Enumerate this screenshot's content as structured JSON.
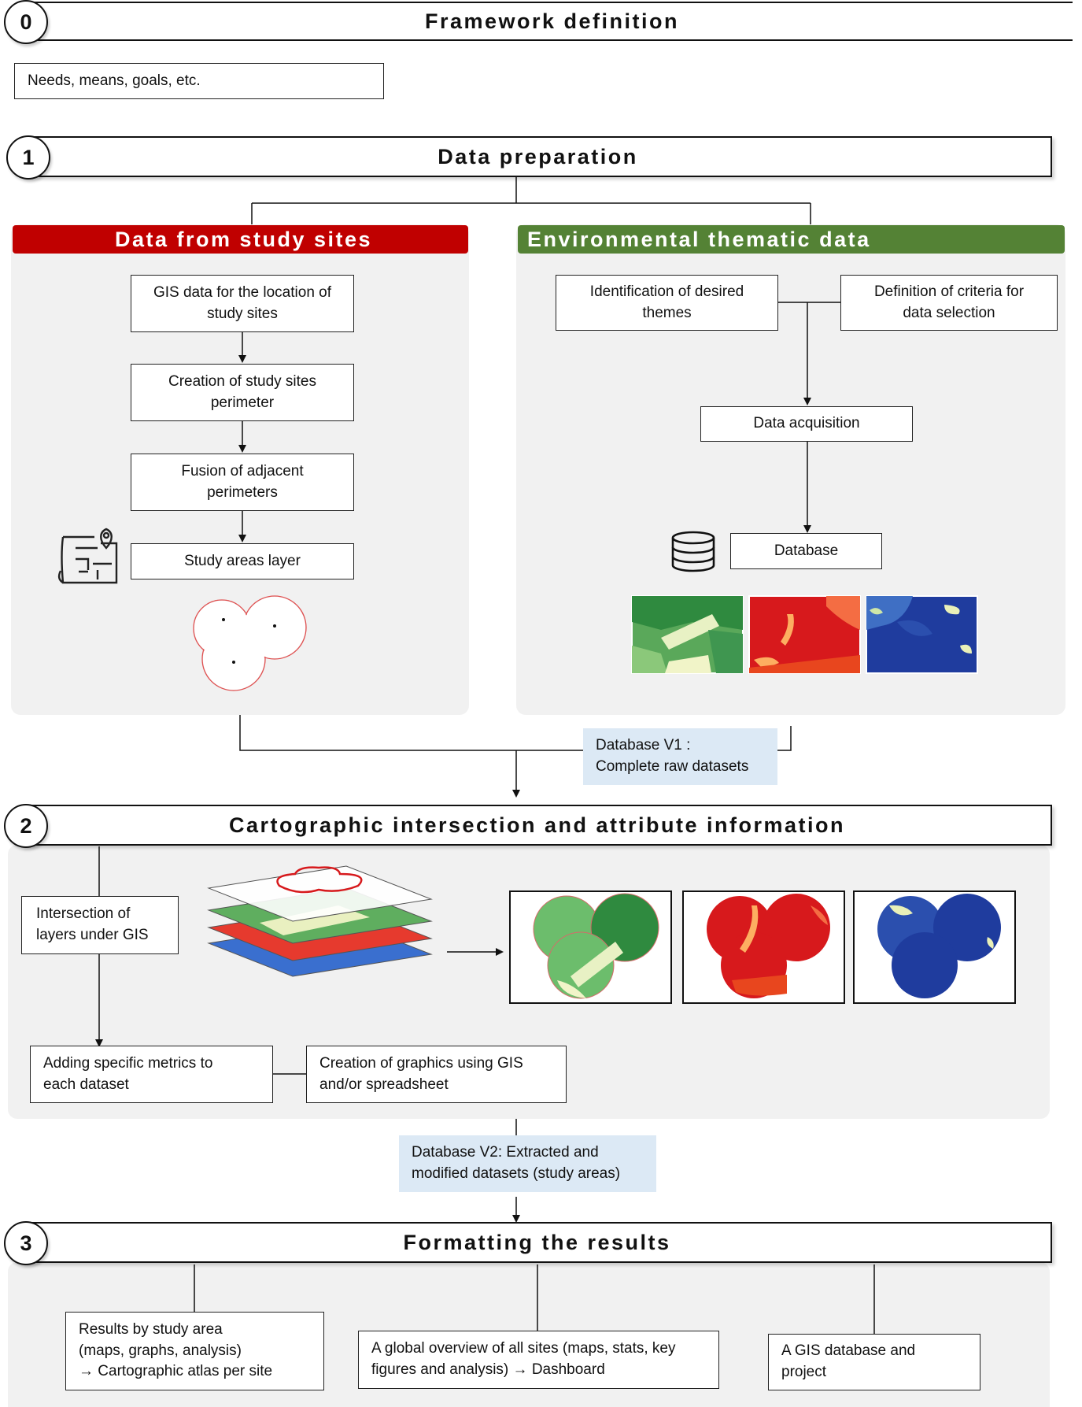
{
  "steps": [
    {
      "number": "0",
      "title": "Framework definition"
    },
    {
      "number": "1",
      "title": "Data preparation"
    },
    {
      "number": "2",
      "title": "Cartographic intersection and attribute information"
    },
    {
      "number": "3",
      "title": "Formatting the results"
    }
  ],
  "framework": {
    "needs": "Needs, means, goals, etc."
  },
  "study_sites": {
    "title": "Data from study sites",
    "color": "#c00000",
    "boxes": [
      "GIS data for the location of\nstudy sites",
      "Creation of study sites\nperimeter",
      "Fusion of adjacent\nperimeters",
      "Study areas layer"
    ]
  },
  "environmental": {
    "title": "Environmental thematic data",
    "color": "#548235",
    "themes": "Identification of desired\nthemes",
    "criteria": "Definition of criteria for\ndata selection",
    "acquisition": "Data acquisition",
    "database": "Database"
  },
  "database_v1": "Database V1 :\nComplete raw datasets",
  "intersection": {
    "intersect": "Intersection of\nlayers under GIS",
    "metrics": "Adding specific metrics to\neach dataset",
    "graphics": "Creation of graphics using GIS\nand/or spreadsheet"
  },
  "database_v2": "Database V2: Extracted and\nmodified datasets (study areas)",
  "results": {
    "by_area": "Results by study area\n(maps, graphs, analysis)\n→ Cartographic atlas per site",
    "overview": "A global overview of all sites (maps, stats, key\nfigures and analysis) → Dashboard",
    "gis": "A GIS database and\nproject"
  },
  "colors": {
    "panel": "#f1f1f1",
    "note": "#dce9f5",
    "map_green": "#5aa85a",
    "map_red": "#d7191c",
    "map_blue": "#1f3c9e"
  }
}
